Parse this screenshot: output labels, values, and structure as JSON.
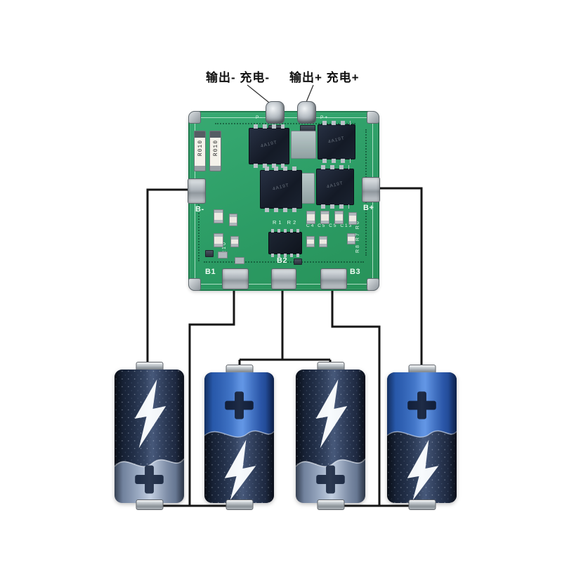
{
  "page": {
    "background": "#ffffff",
    "description": "Wiring diagram: 4S lithium battery BMS protection board connected to four cells"
  },
  "annotations": {
    "terminal_minus_label": "输出- 充电-",
    "terminal_plus_label": "输出+ 充电+"
  },
  "board": {
    "pads": {
      "b_minus": "B-",
      "b_plus": "B+",
      "b1": "B1",
      "b2": "B2",
      "b3": "B3"
    },
    "terminals": {
      "p_minus": "P-",
      "p_plus": "P+"
    },
    "resistor_labels": [
      "R010",
      "R010"
    ],
    "silkscreen": {
      "rc_top": "R1 R2",
      "rc_row": "C4 C5 C5 C13",
      "right_column": "R8 R7 R6",
      "left_column": "R10"
    },
    "mosfet_marking": "4A19T",
    "colors": {
      "pcb_green": "#2f9f66",
      "silkscreen": "#e4faee",
      "pad_metal": "#b7bec4",
      "chip_body": "#161d29"
    }
  },
  "wiring": {
    "wire_color": "#161616",
    "connections": [
      "B- to cell-1 top",
      "B1 to cell-1 / cell-2 bottom junction",
      "B2 to cell-2 / cell-3 top junction",
      "B3 to cell-3 / cell-4 bottom junction",
      "B+ to cell-4 top"
    ]
  },
  "batteries": [
    {
      "id": "cell-1",
      "style": "dark",
      "top_symbol": "lightning",
      "bottom_symbol": "plus"
    },
    {
      "id": "cell-2",
      "style": "blue",
      "top_symbol": "plus",
      "bottom_symbol": "lightning"
    },
    {
      "id": "cell-3",
      "style": "dark",
      "top_symbol": "lightning",
      "bottom_symbol": "plus"
    },
    {
      "id": "cell-4",
      "style": "blue",
      "top_symbol": "plus",
      "bottom_symbol": "lightning"
    }
  ],
  "battery_colors": {
    "dark_body": "#18223a",
    "slate_section": "#9fb0c8",
    "blue_section": "#3e74ca",
    "bolt": "#f6fafd",
    "cap": "#b9bfc5"
  }
}
